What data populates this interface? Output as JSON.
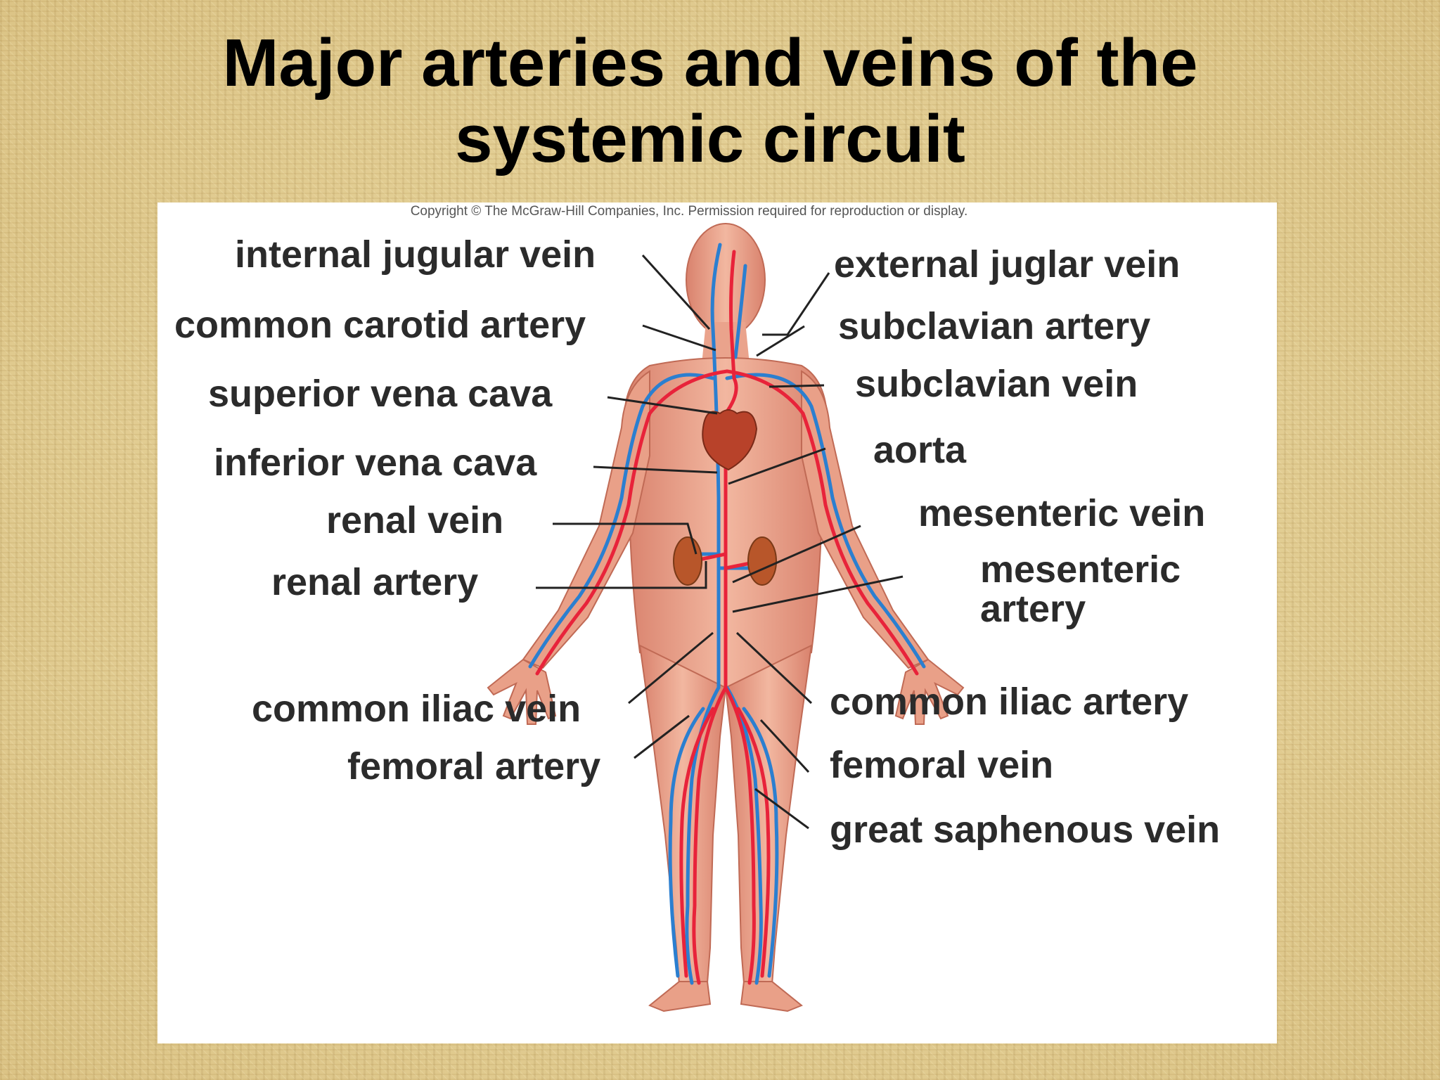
{
  "title": {
    "line1": "Major arteries and veins of the",
    "line2": "systemic circuit"
  },
  "copyright": "Copyright © The McGraw-Hill Companies, Inc. Permission required for reproduction or display.",
  "labels": {
    "left": {
      "internal_jugular_vein": "internal jugular vein",
      "common_carotid_artery": "common carotid artery",
      "superior_vena_cava": "superior vena cava",
      "inferior_vena_cava": "inferior vena cava",
      "renal_vein": "renal vein",
      "renal_artery": "renal artery",
      "common_iliac_vein": "common iliac vein",
      "femoral_artery": "femoral artery"
    },
    "right": {
      "external_jugular_vein": "external juglar vein",
      "subclavian_artery": "subclavian artery",
      "subclavian_vein": "subclavian vein",
      "aorta": "aorta",
      "mesenteric_vein": "mesenteric vein",
      "mesenteric_artery_line1": "mesenteric",
      "mesenteric_artery_line2": "artery",
      "common_iliac_artery": "common iliac artery",
      "femoral_vein": "femoral vein",
      "great_saphenous_vein": "great saphenous vein"
    }
  },
  "colors": {
    "artery": "#e8233a",
    "vein": "#2b7fd0",
    "skin": "#eba08a",
    "heart": "#b8422a",
    "kidney": "#b8562a"
  }
}
